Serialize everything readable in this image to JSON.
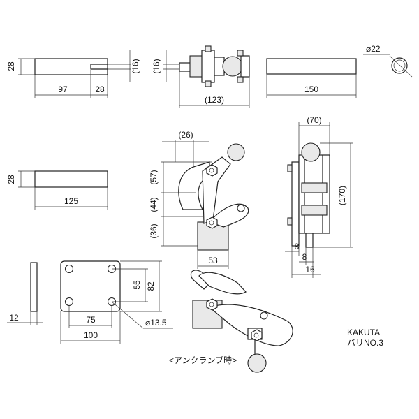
{
  "dimensions": {
    "bar_top_left": {
      "height": "28",
      "length_a": "97",
      "length_b": "28"
    },
    "bar_top_slot": {
      "width": "(16)"
    },
    "top_view": {
      "width": "(16)",
      "length": "(123)"
    },
    "bar_top_right": {
      "length": "150"
    },
    "rod": {
      "diameter": "⌀22"
    },
    "bar_mid": {
      "height": "28",
      "length": "125"
    },
    "side_view": {
      "d26": "(26)",
      "d57": "(57)",
      "d44": "(44)",
      "d36": "(36)",
      "base": "53"
    },
    "front_view": {
      "width": "(70)",
      "height": "(170)",
      "d8a": "8",
      "d8b": "8",
      "d16": "16"
    },
    "plate": {
      "thickness": "12",
      "hole_pitch_x": "75",
      "width": "100",
      "hole_pitch_y": "55",
      "height": "82",
      "hole_dia": "⌀13.5"
    }
  },
  "labels": {
    "unclamp": "<アンクランプ時>",
    "brand": "KAKUTA",
    "model": "バリNO.3"
  }
}
